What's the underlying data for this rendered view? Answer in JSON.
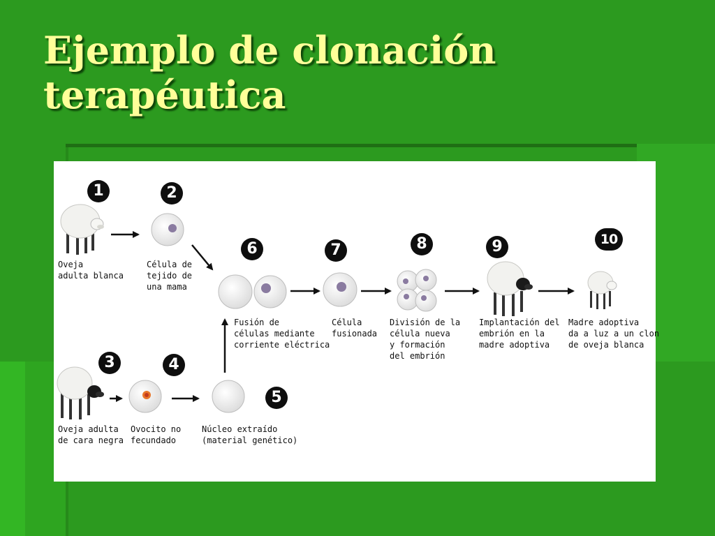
{
  "title_lines": [
    "Ejemplo de clonación",
    "terapéutica"
  ],
  "steps": [
    {
      "number": "1",
      "caption": [
        "Oveja",
        "adulta blanca"
      ]
    },
    {
      "number": "2",
      "caption": [
        "Célula de",
        "tejido de",
        "una mama"
      ]
    },
    {
      "number": "3",
      "caption": [
        "Oveja adulta",
        "de cara negra"
      ]
    },
    {
      "number": "4",
      "caption": [
        "Ovocito no",
        "fecundado"
      ]
    },
    {
      "number": "5",
      "caption": [
        "Núcleo extraído",
        "(material genético)"
      ]
    },
    {
      "number": "6",
      "caption": [
        "Fusión de",
        "células mediante",
        "corriente eléctrica"
      ]
    },
    {
      "number": "7",
      "caption": [
        "Célula",
        "fusionada"
      ]
    },
    {
      "number": "8",
      "caption": [
        "División de la",
        "célula nueva",
        "y formación",
        "del embrión"
      ]
    },
    {
      "number": "9",
      "caption": [
        "Implantación del",
        "embrión en la",
        "madre adoptiva"
      ]
    },
    {
      "number": "10",
      "caption": [
        "Madre adoptiva",
        "da a luz a un clon",
        "de oveja blanca"
      ]
    }
  ],
  "colors": {
    "background": "#2c9a1f",
    "title": "#ffff99",
    "cell_fill": "#eeeeee",
    "nucleus": "#8a7ba0",
    "egg_nucleus": "#e8762a"
  }
}
